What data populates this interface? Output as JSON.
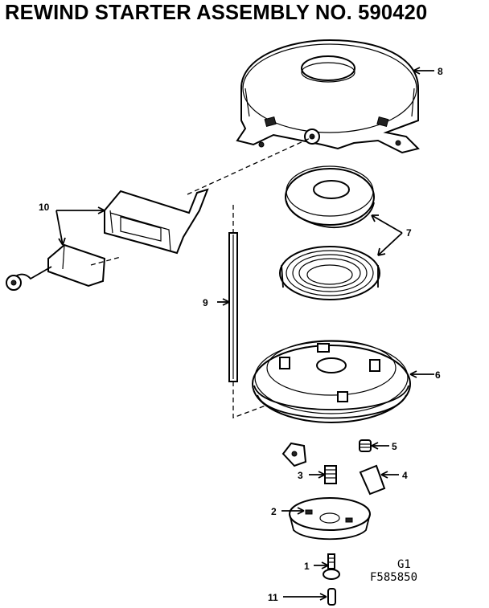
{
  "title": "REWIND STARTER ASSEMBLY NO. 590420",
  "callouts": {
    "c1": "1",
    "c2": "2",
    "c3": "3",
    "c4": "4",
    "c5": "5",
    "c6": "6",
    "c7": "7",
    "c8": "8",
    "c9": "9",
    "c10": "10",
    "c11": "11"
  },
  "figure_code": {
    "line1": "G1",
    "line2": "F585850"
  }
}
